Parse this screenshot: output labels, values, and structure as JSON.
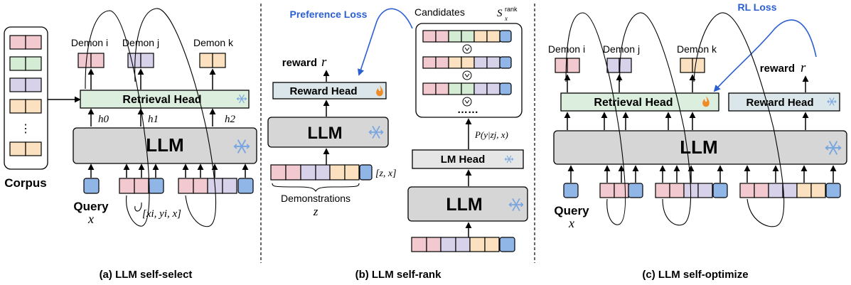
{
  "panel_a": {
    "corpus_label": "Corpus",
    "corpus_dots": "⋮",
    "query_label": "Query",
    "query_var": "x",
    "demon_i": "Demon i",
    "demon_j": "Demon j",
    "demon_k": "Demon k",
    "retrieval_head": "Retrieval Head",
    "llm": "LLM",
    "h0": "h0",
    "h1": "h1",
    "h2": "h2",
    "input_tuple": "[xi, yi, x]",
    "caption": "(a) LLM self-select"
  },
  "panel_b": {
    "preference_loss": "Preference Loss",
    "candidates": "Candidates",
    "candidates_sym": "S",
    "candidates_sup": "rank",
    "candidates_sub": "x",
    "reward_label": "reward",
    "reward_var": "r",
    "reward_head": "Reward Head",
    "llm_left": "LLM",
    "demonstrations": "Demonstrations",
    "demo_var": "z",
    "zx": "[z, x]",
    "prob": "P(y|zj, x)",
    "lm_head": "LM Head",
    "llm_right": "LLM",
    "dots": "……",
    "caption": "(b) LLM self-rank"
  },
  "panel_c": {
    "rl_loss": "RL Loss",
    "demon_i": "Demon i",
    "demon_j": "Demon j",
    "demon_k": "Demon k",
    "reward_label": "reward",
    "reward_var": "r",
    "retrieval_head": "Retrieval Head",
    "reward_head": "Reward Head",
    "llm": "LLM",
    "query_label": "Query",
    "query_var": "x",
    "caption": "(c) LLM self-optimize"
  },
  "colors": {
    "pink": "#f2c9cf",
    "green": "#d3ecd3",
    "purple": "#d7d1ea",
    "orange": "#fbe1c0",
    "blue": "#8fb6e6",
    "loss_blue": "#2b5fd1"
  }
}
